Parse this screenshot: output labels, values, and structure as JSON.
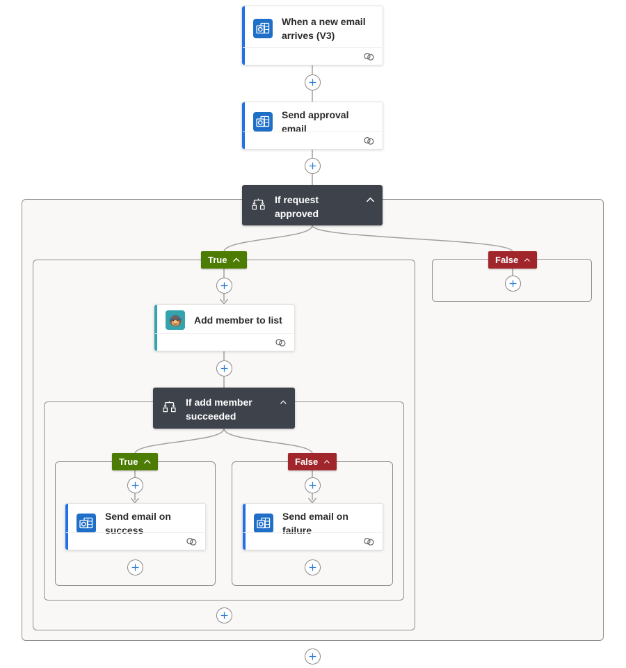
{
  "colors": {
    "accent_blue": "#2270e8",
    "outlook_blue": "#1f6fc8",
    "mailchimp_teal": "#35a3ad",
    "condition_dark": "#3d424b",
    "true_green": "#4d7c04",
    "false_red": "#a0262c",
    "plus_blue": "#2e7bd6",
    "connector_gray": "#a19f9d",
    "container_bg": "#f9f8f6",
    "container_border": "#8f8d8b"
  },
  "cards": {
    "trigger": {
      "title": "When a new email arrives (V3)",
      "icon": "outlook-icon"
    },
    "send_approval": {
      "title": "Send approval email",
      "icon": "outlook-icon"
    },
    "add_member": {
      "title": "Add member to list",
      "icon": "mailchimp-icon"
    },
    "send_success": {
      "title": "Send email on success",
      "icon": "outlook-icon"
    },
    "send_failure": {
      "title": "Send email on failure",
      "icon": "outlook-icon"
    }
  },
  "conditions": {
    "outer": {
      "title": "If request approved"
    },
    "inner": {
      "title": "If add member succeeded"
    }
  },
  "branches": {
    "true_label": "True",
    "false_label": "False"
  }
}
